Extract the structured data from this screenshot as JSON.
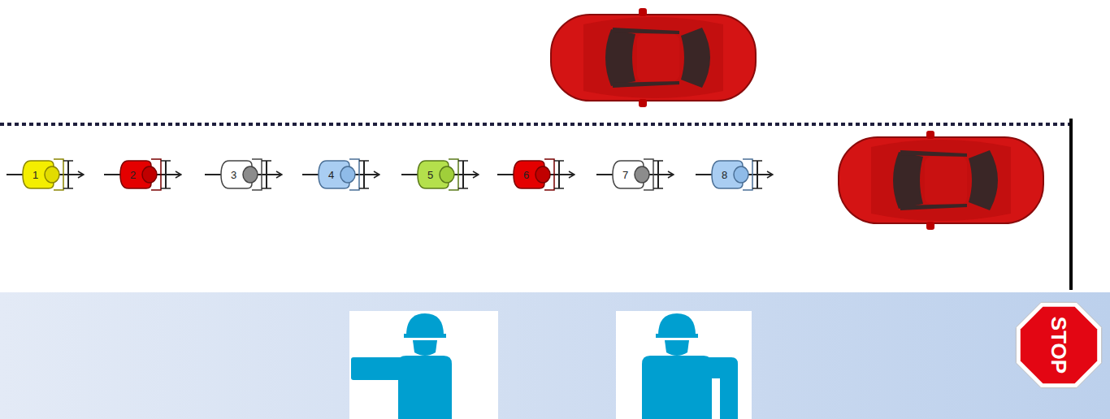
{
  "diagram": {
    "nodes": [
      {
        "text": [
          "1"
        ]
      },
      {
        "text": [
          "2"
        ]
      },
      {
        "text": [
          "3"
        ]
      },
      {
        "text": [
          "4"
        ]
      },
      {
        "text": [
          "5"
        ]
      },
      {
        "text": [
          "6"
        ]
      },
      {
        "text": [
          "7"
        ]
      },
      {
        "text": [
          "8"
        ]
      },
      {
        "text": [
          "STOP"
        ]
      }
    ]
  }
}
